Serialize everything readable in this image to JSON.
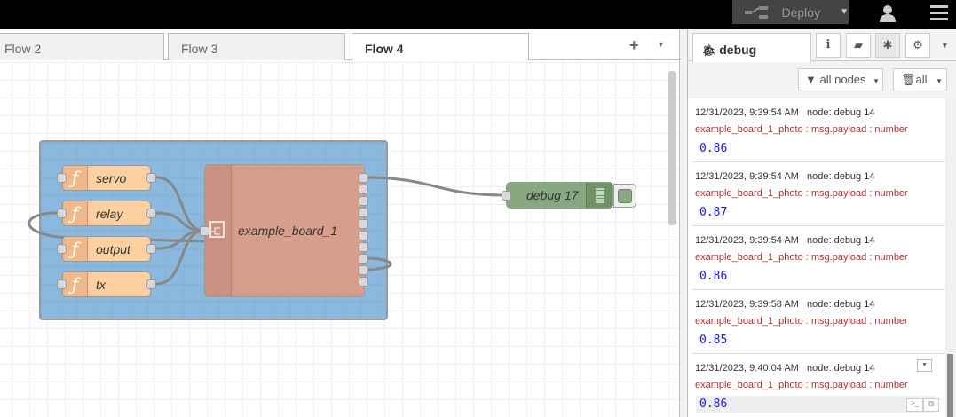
{
  "header": {
    "deploy_label": "Deploy",
    "icons": [
      "deploy-icon",
      "user-icon",
      "menu-icon"
    ]
  },
  "tabs": [
    {
      "label": "Flow 2"
    },
    {
      "label": "Flow 3"
    },
    {
      "label": "Flow 4",
      "active": true
    }
  ],
  "tab_actions": {
    "add": "+",
    "menu": "▾"
  },
  "flow": {
    "group_color": "#84b4dc",
    "functions": [
      {
        "label": "servo"
      },
      {
        "label": "relay"
      },
      {
        "label": "output"
      },
      {
        "label": "tx"
      }
    ],
    "function_icon": "ƒ",
    "board": {
      "label": "example_board_1",
      "color": "#d89e8c",
      "outputs": 10
    },
    "debug_node": {
      "label": "debug 17",
      "color": "#87a980"
    }
  },
  "sidebar": {
    "tab_label": "debug",
    "buttons": [
      "info-icon",
      "book-icon",
      "bug-icon",
      "gear-icon"
    ],
    "filter_label": "all nodes",
    "clear_label": "all",
    "messages": [
      {
        "time": "12/31/2023, 9:39:54 AM",
        "node": "node: debug 14",
        "topic": "example_board_1_photo : msg.payload : number",
        "value": "0.86"
      },
      {
        "time": "12/31/2023, 9:39:54 AM",
        "node": "node: debug 14",
        "topic": "example_board_1_photo : msg.payload : number",
        "value": "0.87"
      },
      {
        "time": "12/31/2023, 9:39:54 AM",
        "node": "node: debug 14",
        "topic": "example_board_1_photo : msg.payload : number",
        "value": "0.86"
      },
      {
        "time": "12/31/2023, 9:39:58 AM",
        "node": "node: debug 14",
        "topic": "example_board_1_photo : msg.payload : number",
        "value": "0.85"
      },
      {
        "time": "12/31/2023, 9:40:04 AM",
        "node": "node: debug 14",
        "topic": "example_board_1_photo : msg.payload : number",
        "value": "0.86"
      }
    ]
  }
}
